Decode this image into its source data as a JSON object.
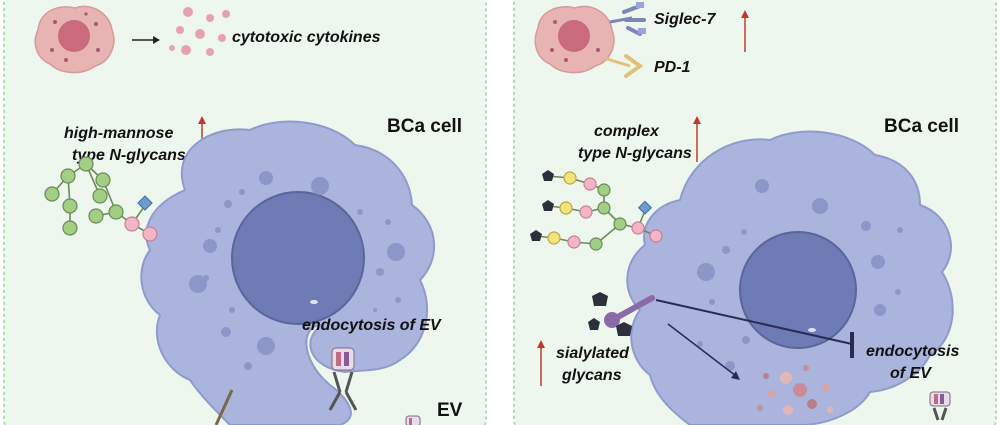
{
  "left_panel": {
    "cytokines_label": "cytotoxic cytokines",
    "glycan_label_line1": "high-mannose",
    "glycan_label_line2": "type N-glycans",
    "cell_title": "BCa cell",
    "endocytosis_label": "endocytosis of EV",
    "ev_label": "EV"
  },
  "right_panel": {
    "siglec_label": "Siglec-7",
    "pd1_label": "PD-1",
    "glycan_label_line1": "complex",
    "glycan_label_line2": "type N-glycans",
    "cell_title": "BCa cell",
    "sialylated_line1": "sialylated",
    "sialylated_line2": "glycans",
    "endocytosis_line1": "endocytosis",
    "endocytosis_line2": "of EV"
  },
  "colors": {
    "panel_bg": "#eef7ee",
    "panel_border": "#b7d8b7",
    "cell_fill": "#aab4dd",
    "cell_stroke": "#8e9bcc",
    "nucleus": "#6f7bb4",
    "nk_cell": "#e7b3b3",
    "nk_nucleus": "#c96b7d",
    "up_arrow": "#c0392b",
    "glycan_green": "#a3cf85",
    "glycan_pink": "#f4b6c6",
    "glycan_yellow": "#f2e37a",
    "sialic_dark": "#2d2f3a",
    "fucose_blue": "#6b9bd1"
  }
}
